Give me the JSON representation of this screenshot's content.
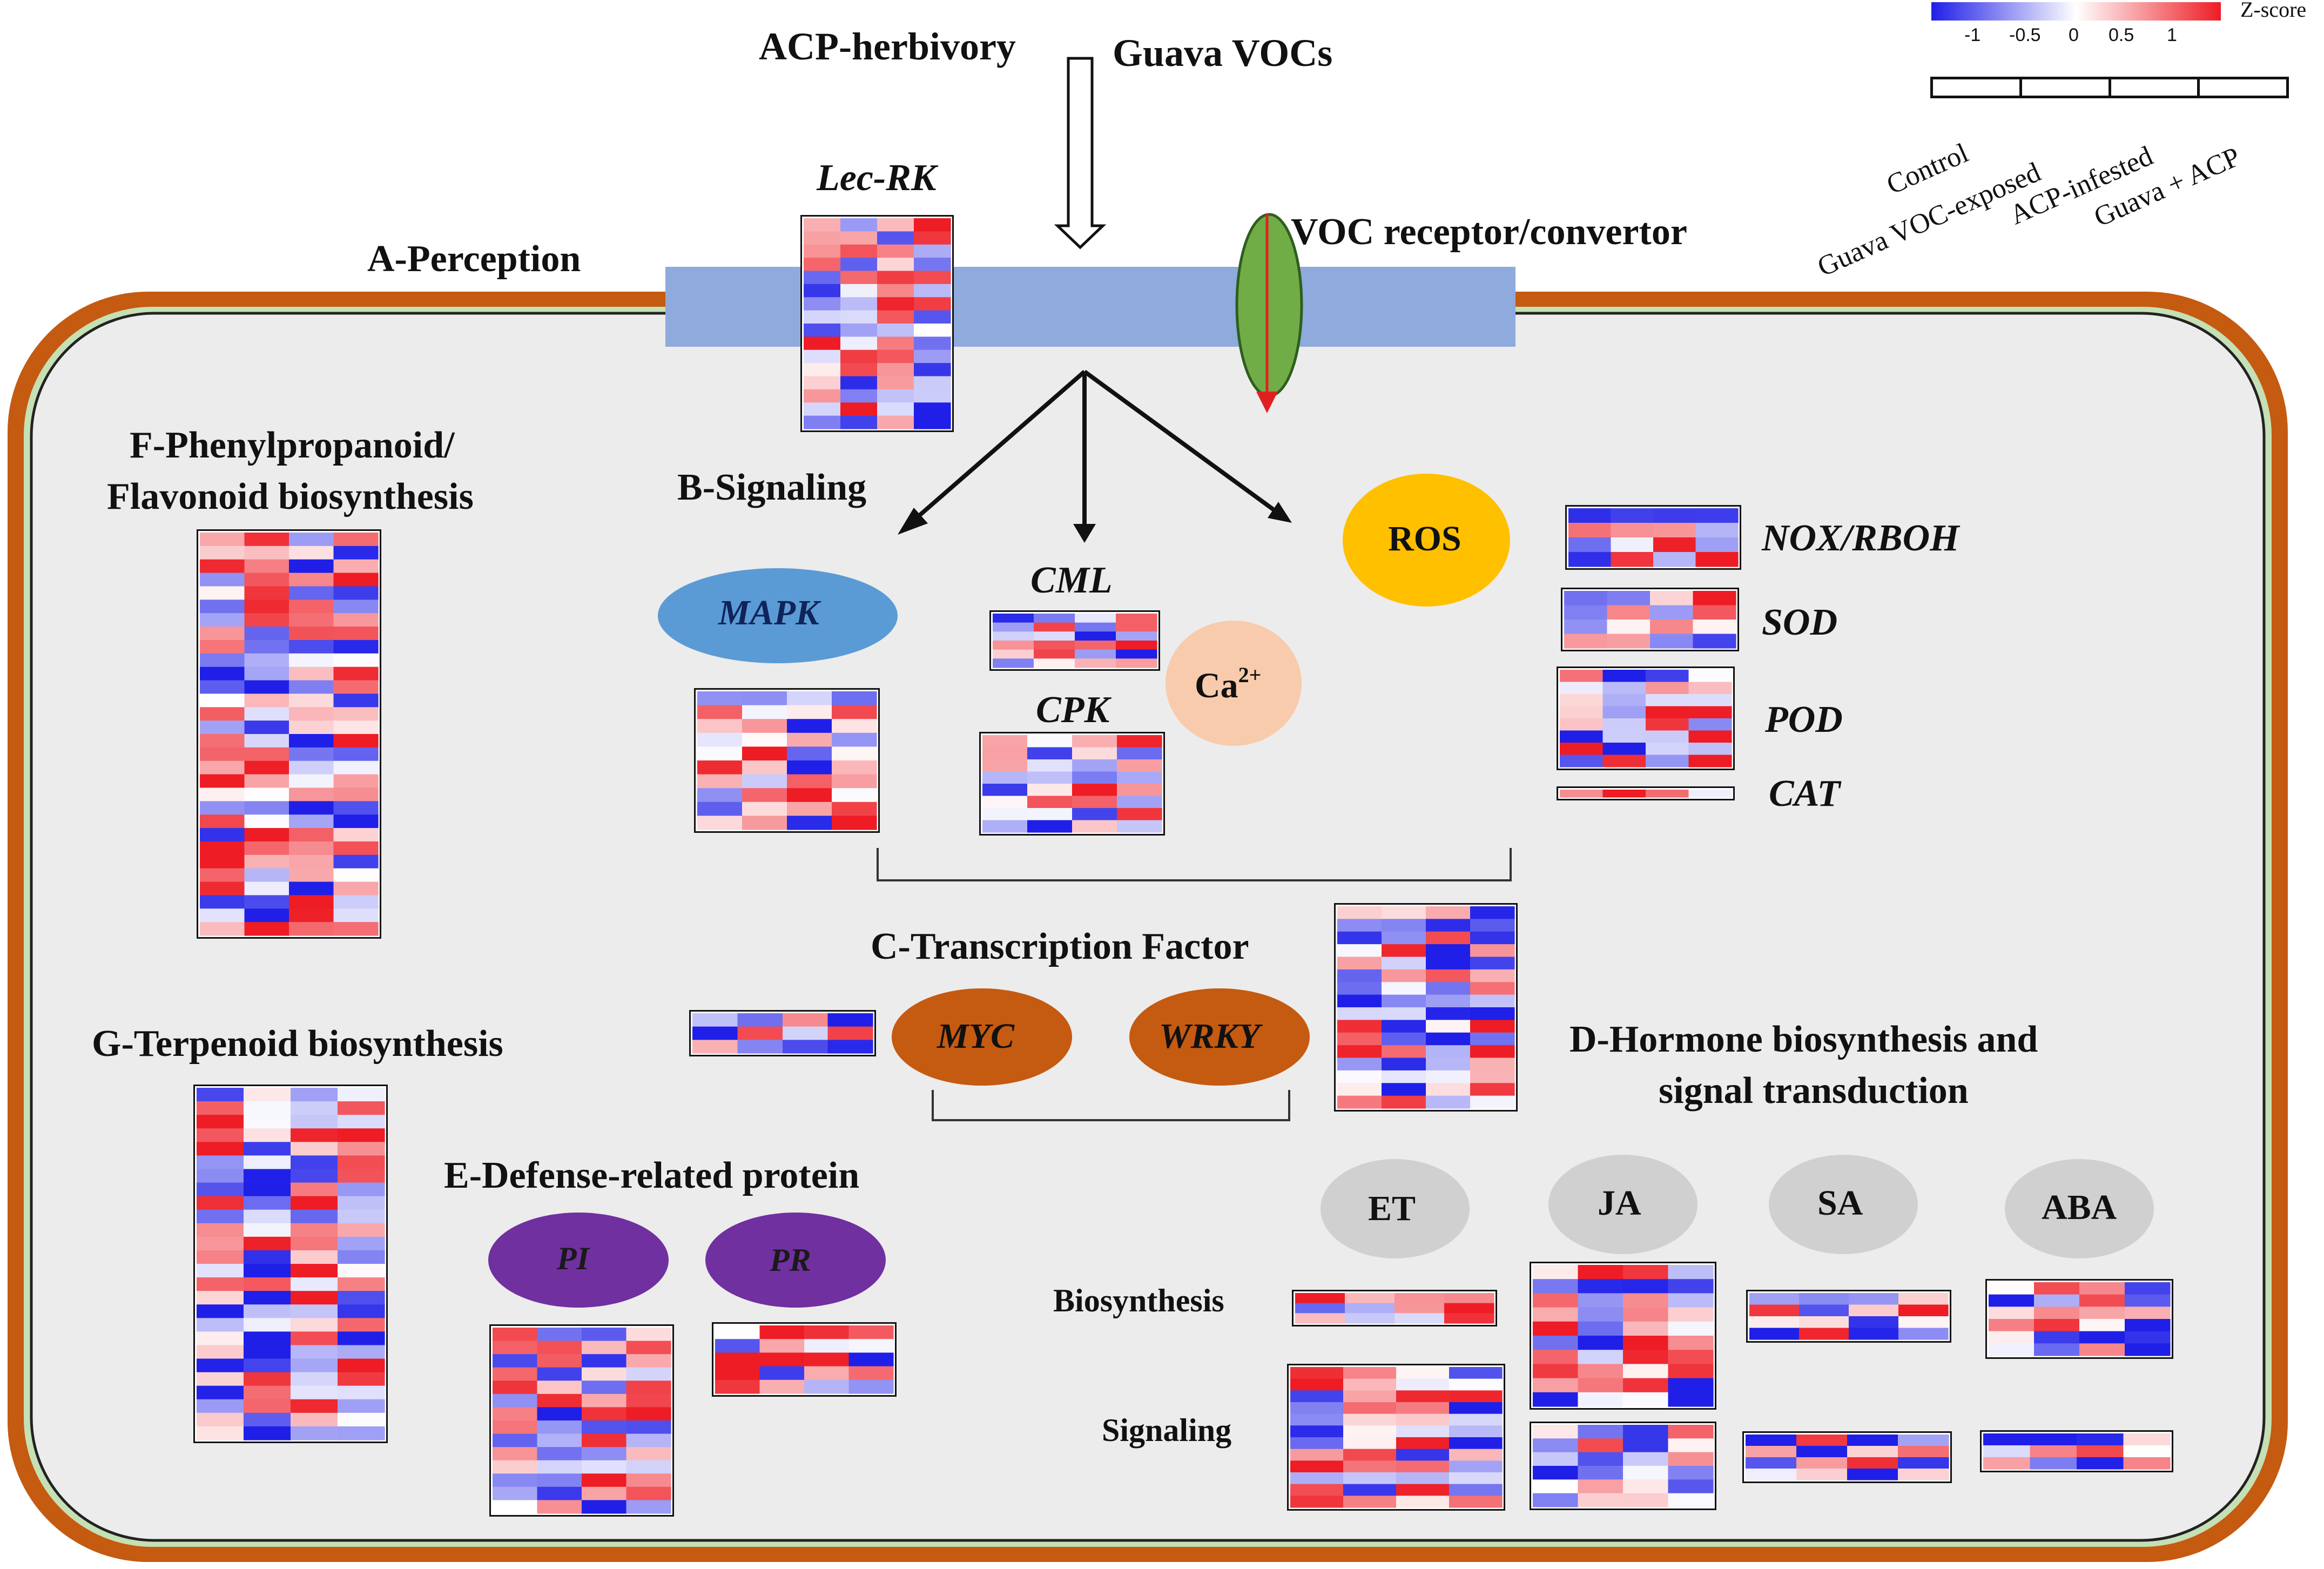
{
  "top": {
    "acp_herbivory": "ACP-herbivory",
    "guava_vocs": "Guava VOCs"
  },
  "legend": {
    "title": "Z-score",
    "ticks": [
      "-1",
      "-0.5",
      "0",
      "0.5",
      "1"
    ],
    "columns": [
      "Control",
      "Guava VOC-exposed",
      "ACP-infested",
      "Guava + ACP"
    ],
    "colors": {
      "low": "#1f1fe8",
      "mid": "#ffffff",
      "high": "#ee1c24"
    }
  },
  "sections": {
    "perception": "A-Perception",
    "signaling": "B-Signaling",
    "transcription": "C-Transcription Factor",
    "hormone_line1": "D-Hormone biosynthesis and",
    "hormone_line2": "signal transduction",
    "defense": "E-Defense-related protein",
    "phenyl_line1": "F-Phenylpropanoid/",
    "phenyl_line2": "Flavonoid biosynthesis",
    "terpenoid": "G-Terpenoid biosynthesis"
  },
  "genes": {
    "lec_rk": "Lec-RK",
    "voc_receptor": "VOC receptor/convertor",
    "cml": "CML",
    "cpk": "CPK",
    "nox": "NOX/RBOH",
    "sod": "SOD",
    "pod": "POD",
    "cat": "CAT"
  },
  "nodes": {
    "mapk": "MAPK",
    "ros": "ROS",
    "ca_base": "Ca",
    "ca_sup": "2+",
    "myc": "MYC",
    "wrky": "WRKY",
    "pi": "PI",
    "pr": "PR",
    "et": "ET",
    "ja": "JA",
    "sa": "SA",
    "aba": "ABA"
  },
  "rows": {
    "biosynthesis": "Biosynthesis",
    "signaling": "Signaling"
  },
  "colors": {
    "cell_wall": "#c55a11",
    "membrane_line": "#c5e0b4",
    "cytoplasm": "#ececec",
    "membrane_bar": "#8faadc",
    "receptor": "#70ad47",
    "mapk": "#5b9bd5",
    "ros": "#ffc000",
    "calcium": "#f8cbad",
    "tf": "#c55a11",
    "defense": "#7030a0",
    "hormone": "#d0d0d0"
  },
  "heatmaps": [
    {
      "id": "lec-rk",
      "rows": 16,
      "cols": 4
    },
    {
      "id": "mapk",
      "rows": 10,
      "cols": 4
    },
    {
      "id": "cml",
      "rows": 6,
      "cols": 4
    },
    {
      "id": "cpk",
      "rows": 8,
      "cols": 4
    },
    {
      "id": "nox",
      "rows": 4,
      "cols": 4
    },
    {
      "id": "sod",
      "rows": 4,
      "cols": 4
    },
    {
      "id": "pod",
      "rows": 8,
      "cols": 4
    },
    {
      "id": "cat",
      "rows": 1,
      "cols": 4
    },
    {
      "id": "phenyl",
      "rows": 30,
      "cols": 4
    },
    {
      "id": "tf-left",
      "rows": 3,
      "cols": 4
    },
    {
      "id": "tf-right",
      "rows": 16,
      "cols": 4
    },
    {
      "id": "terpenoid",
      "rows": 26,
      "cols": 4
    },
    {
      "id": "pi",
      "rows": 14,
      "cols": 4
    },
    {
      "id": "pr",
      "rows": 5,
      "cols": 4
    },
    {
      "id": "et-bio",
      "rows": 3,
      "cols": 4
    },
    {
      "id": "et-sig",
      "rows": 12,
      "cols": 4
    },
    {
      "id": "ja-bio",
      "rows": 10,
      "cols": 4
    },
    {
      "id": "ja-sig",
      "rows": 6,
      "cols": 4
    },
    {
      "id": "sa-bio",
      "rows": 4,
      "cols": 4
    },
    {
      "id": "sa-sig",
      "rows": 4,
      "cols": 4
    },
    {
      "id": "aba-bio",
      "rows": 6,
      "cols": 4
    },
    {
      "id": "aba-sig",
      "rows": 3,
      "cols": 4
    }
  ]
}
